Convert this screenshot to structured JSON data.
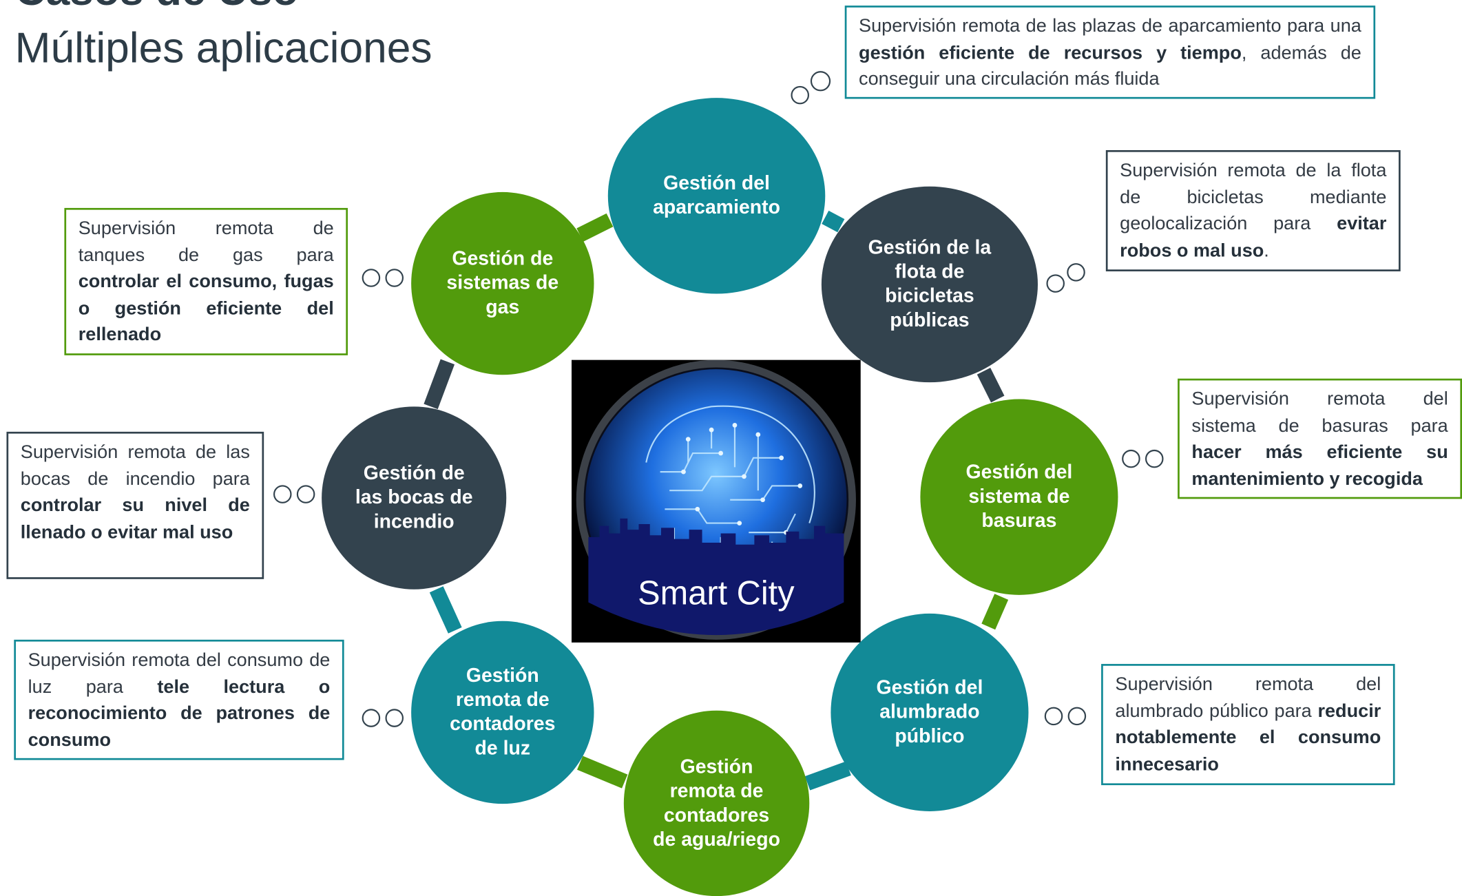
{
  "title": {
    "line1": "Casos de Uso",
    "line2": "Múltiples aplicaciones"
  },
  "center": {
    "label": "Smart City",
    "colors": {
      "background": "#000000",
      "glow": "#1f8cff",
      "city": "#10186b"
    }
  },
  "colors": {
    "teal": "#128a97",
    "green": "#529b0c",
    "dark": "#33434e"
  },
  "nodes": [
    {
      "id": "aparcamiento",
      "label": "Gestión del\naparcamiento",
      "color": "teal"
    },
    {
      "id": "bicicletas",
      "label": "Gestión de la\nflota de\nbicicletas\npúblicas",
      "color": "dark"
    },
    {
      "id": "basuras",
      "label": "Gestión del\nsistema de\nbasuras",
      "color": "green"
    },
    {
      "id": "alumbrado",
      "label": "Gestión del\nalumbrado\npúblico",
      "color": "teal"
    },
    {
      "id": "agua",
      "label": "Gestión\nremota de\ncontadores\nde agua/riego",
      "color": "green"
    },
    {
      "id": "luz",
      "label": "Gestión\nremota de\ncontadores\nde luz",
      "color": "teal"
    },
    {
      "id": "incendio",
      "label": "Gestión de\nlas bocas de\nincendio",
      "color": "dark"
    },
    {
      "id": "gas",
      "label": "Gestión de\nsistemas de\ngas",
      "color": "green"
    }
  ],
  "callouts": {
    "aparcamiento": [
      {
        "text": "Supervisión remota de las plazas de aparcamiento para una ",
        "bold": false
      },
      {
        "text": "gestión eficiente de recursos y tiempo",
        "bold": true
      },
      {
        "text": ", además de conseguir una circulación más fluida",
        "bold": false
      }
    ],
    "bicicletas": [
      {
        "text": "Supervisión remota de la flota de bicicletas mediante geolocalización para ",
        "bold": false
      },
      {
        "text": "evitar robos o mal uso",
        "bold": true
      },
      {
        "text": ".",
        "bold": false
      }
    ],
    "basuras": [
      {
        "text": "Supervisión remota del sistema de basuras para ",
        "bold": false
      },
      {
        "text": "hacer más eficiente su mantenimiento y recogida",
        "bold": true
      }
    ],
    "alumbrado": [
      {
        "text": "Supervisión remota del alumbrado público para ",
        "bold": false
      },
      {
        "text": "reducir notablemente el consumo innecesario",
        "bold": true
      }
    ],
    "luz": [
      {
        "text": "Supervisión remota del consumo de luz para ",
        "bold": false
      },
      {
        "text": "tele lectura o reconocimiento de patrones de consumo",
        "bold": true
      }
    ],
    "incendio": [
      {
        "text": "Supervisión remota de las bocas de incendio para ",
        "bold": false
      },
      {
        "text": "controlar su nivel de llenado o evitar mal uso",
        "bold": true
      }
    ],
    "gas": [
      {
        "text": "Supervisión remota de tanques de gas para ",
        "bold": false
      },
      {
        "text": "controlar el consumo, fugas o gestión eficiente del rellenado",
        "bold": true
      }
    ]
  }
}
